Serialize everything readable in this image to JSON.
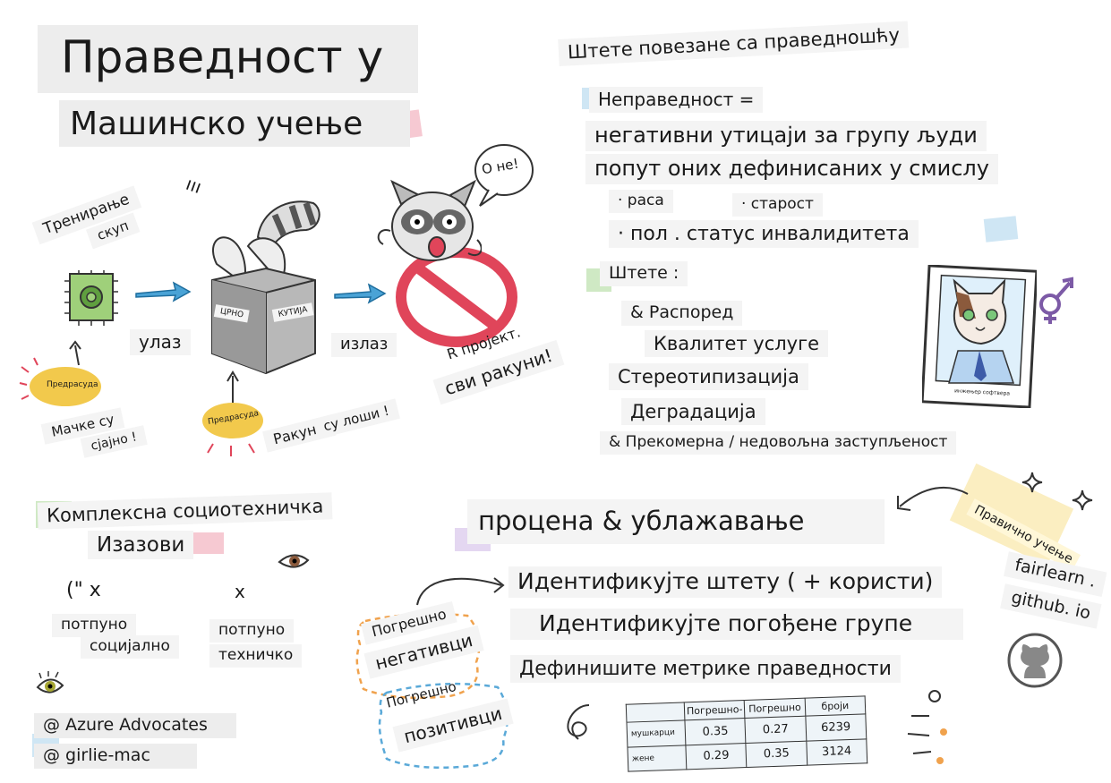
{
  "title": {
    "line1": "Праведност у",
    "line2": "Машинско учење"
  },
  "pipeline": {
    "training_line1": "Тренирање",
    "training_line2": "скуп",
    "input": "улаз",
    "output": "излаз",
    "box_left": "ЦРНО",
    "box_right": "КУТИЈА",
    "bubble": "О не!",
    "bias_label": "Предрасуда",
    "bias1_line1": "Мачке су",
    "bias1_line2": "сјајно !",
    "bias2_line1": "Ракуни",
    "bias2_line2": "су лоши !",
    "project_line1": "R пројект.",
    "project_line2": "сви ракуни!"
  },
  "harms_section": {
    "header": "Штете повезане са праведношћу",
    "unfairness": "Неправедност =",
    "definition_line1": "негативни утицаји за групу људи",
    "definition_line2": "попут оних дефинисаних у смислу",
    "attr_race": "· раса",
    "attr_age": "· старост",
    "attr_gender_disability": "· пол . статус инвалидитета",
    "harms_label": "Штете :",
    "harms": [
      "& Распоред",
      "Квалитет услуге",
      "Стереотипизација",
      "Деградација",
      "& Прекомерна / недовољна заступљеност"
    ],
    "portrait_caption": "инжењер софтвера"
  },
  "sociotech": {
    "line1": "Комплексна социотехничка",
    "line2": "Изазови",
    "left_mark": "(\" x",
    "right_mark": "x",
    "left_line1": "потпуно",
    "left_line2": "социјално",
    "right_line1": "потпуно",
    "right_line2": "техничко"
  },
  "credits": [
    "@ Azure Advocates",
    "@ girlie-mac"
  ],
  "assessment": {
    "header": "процена & ублажавање",
    "steps": [
      "Идентификујте штету ( + користи)",
      "Идентификујте погођене групе",
      "Дефинишите метрике праведности"
    ],
    "fn_line1": "Погрешно",
    "fn_line2": "негативци",
    "fp_line1": "Погрешно",
    "fp_line2": "позитивци"
  },
  "table": {
    "headers": [
      "",
      "Погрешно-",
      "Погрешно",
      "броји"
    ],
    "rows": [
      [
        "мушкарци",
        "0.35",
        "0.27",
        "6239"
      ],
      [
        "жене",
        "0.29",
        "0.35",
        "3124"
      ]
    ]
  },
  "fairlearn": {
    "tag": "Правично учење",
    "url_line1": "fairlearn .",
    "url_line2": "github. io"
  },
  "colors": {
    "arrow_blue": "#4aa3d6",
    "bias_yellow": "#f2c94c",
    "no_sign_red": "#e0455a",
    "accent_pink": "#f6c9d2",
    "accent_green": "#cfe9c4",
    "accent_blue": "#cfe6f4",
    "accent_purple": "#e4d7f1",
    "accent_yellow": "#fbeec1",
    "dashed_orange": "#f0a24d",
    "dashed_blue": "#5aa9d8"
  },
  "icons": [
    "chip-gear-icon",
    "arrow-right-icon",
    "raccoon-in-box-icon",
    "raccoon-scared-icon",
    "no-sign-icon",
    "cat-portrait-icon",
    "gender-symbol-icon",
    "eye-icon",
    "sparkle-icon",
    "github-octocat-icon",
    "curved-arrow-icon"
  ]
}
